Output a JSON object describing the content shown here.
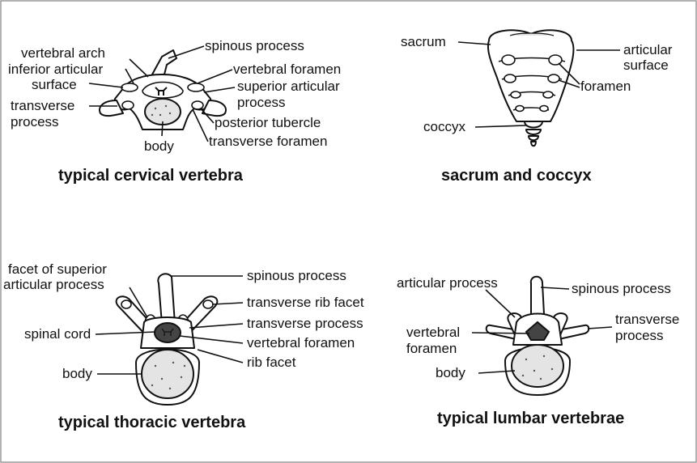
{
  "panels": {
    "cervical": {
      "caption": "typical cervical vertebra",
      "labels": {
        "vertebral_arch": "vertebral arch",
        "inferior_articular": "inferior articular",
        "surface": "surface",
        "transverse": "transverse",
        "process": "process",
        "body": "body",
        "spinous_process": "spinous process",
        "vertebral_foramen": "vertebral foramen",
        "superior_articular": "superior articular",
        "superior_process": "process",
        "posterior_tubercle": "posterior tubercle",
        "transverse_foramen": "transverse foramen"
      }
    },
    "sacrum": {
      "caption": "sacrum and coccyx",
      "labels": {
        "sacrum": "sacrum",
        "coccyx": "coccyx",
        "articular": "articular",
        "surface": "surface",
        "foramen": "foramen"
      }
    },
    "thoracic": {
      "caption": "typical thoracic vertebra",
      "labels": {
        "facet_of_superior": "facet of superior",
        "articular_process": "articular process",
        "spinal_cord": "spinal cord",
        "body": "body",
        "spinous_process": "spinous process",
        "transverse_rib_facet": "transverse rib facet",
        "transverse_process": "transverse process",
        "vertebral_foramen": "vertebral foramen",
        "rib_facet": "rib facet"
      }
    },
    "lumbar": {
      "caption": "typical lumbar vertebrae",
      "labels": {
        "articular_process": "articular process",
        "vertebral": "vertebral",
        "foramen": "foramen",
        "body": "body",
        "spinous_process": "spinous process",
        "transverse": "transverse",
        "process": "process"
      }
    }
  }
}
